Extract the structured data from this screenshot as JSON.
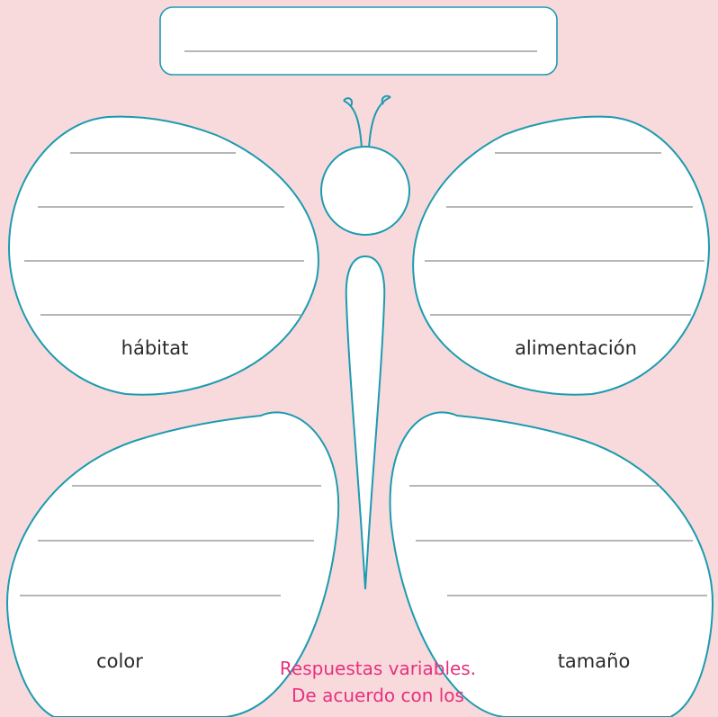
{
  "colors": {
    "background": "#f9dadc",
    "outline": "#1c9bb0",
    "writing_line": "#8a8a8a",
    "label_text": "#2a2a2a",
    "answer_text": "#e6317e"
  },
  "title_box": {
    "writing_line_count": 1
  },
  "wings": {
    "top_left": {
      "label": "hábitat",
      "writing_line_count": 4
    },
    "top_right": {
      "label": "alimentación",
      "writing_line_count": 4
    },
    "bottom_left": {
      "label": "color",
      "writing_line_count": 3
    },
    "bottom_right": {
      "label": "tamaño",
      "writing_line_count": 3
    }
  },
  "answer_note": {
    "line1": "Respuestas variables.",
    "line2": "De acuerdo con los"
  }
}
